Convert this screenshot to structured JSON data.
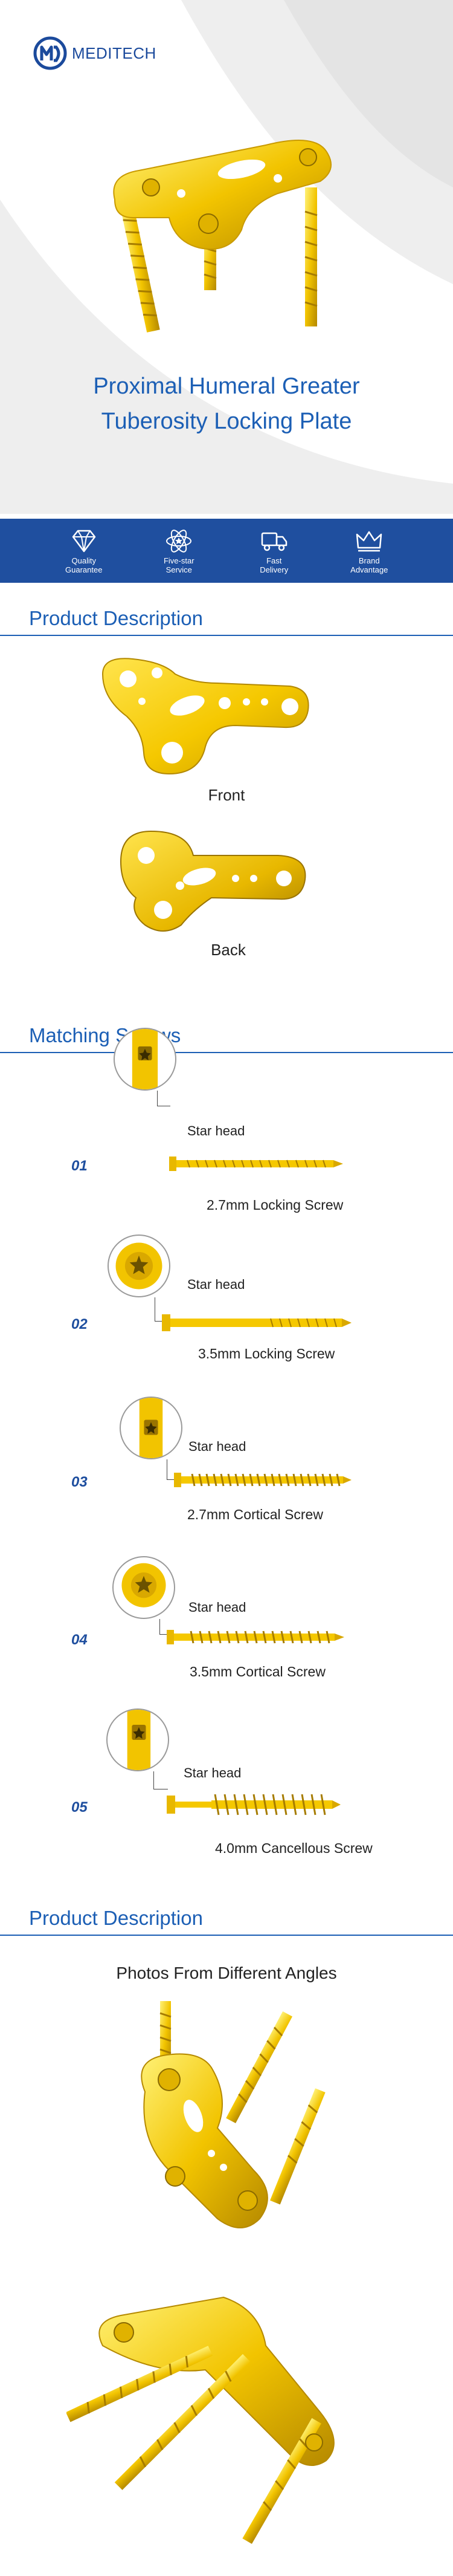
{
  "brand": {
    "name": "MEDITECH",
    "color": "#1b4a9c"
  },
  "hero": {
    "title_line1": "Proximal Humeral Greater",
    "title_line2": "Tuberosity Locking Plate"
  },
  "features": [
    {
      "icon": "diamond-icon",
      "label_line1": "Quality",
      "label_line2": "Guarantee"
    },
    {
      "icon": "atom-star-icon",
      "label_line1": "Five-star",
      "label_line2": "Service"
    },
    {
      "icon": "truck-icon",
      "label_line1": "Fast",
      "label_line2": "Delivery"
    },
    {
      "icon": "crown-icon",
      "label_line1": "Brand",
      "label_line2": "Advantage"
    }
  ],
  "sections": {
    "product_description_1": "Product Description",
    "matching_screws": "Matching Screws",
    "product_description_2": "Product Description"
  },
  "plate_views": {
    "front": "Front",
    "back": "Back"
  },
  "screws": [
    {
      "num": "01",
      "head_label": "Star head",
      "name": "2.7mm Locking Screw"
    },
    {
      "num": "02",
      "head_label": "Star head",
      "name": "3.5mm Locking Screw"
    },
    {
      "num": "03",
      "head_label": "Star head",
      "name": "2.7mm Cortical Screw"
    },
    {
      "num": "04",
      "head_label": "Star head",
      "name": "3.5mm Cortical Screw"
    },
    {
      "num": "05",
      "head_label": "Star head",
      "name": "4.0mm Cancellous Screw"
    }
  ],
  "angles_heading": "Photos From Different Angles",
  "colors": {
    "accent": "#1c5fb5",
    "bar": "#1f4f9f",
    "gold": "#f2c400",
    "gold_dark": "#c99a00"
  }
}
